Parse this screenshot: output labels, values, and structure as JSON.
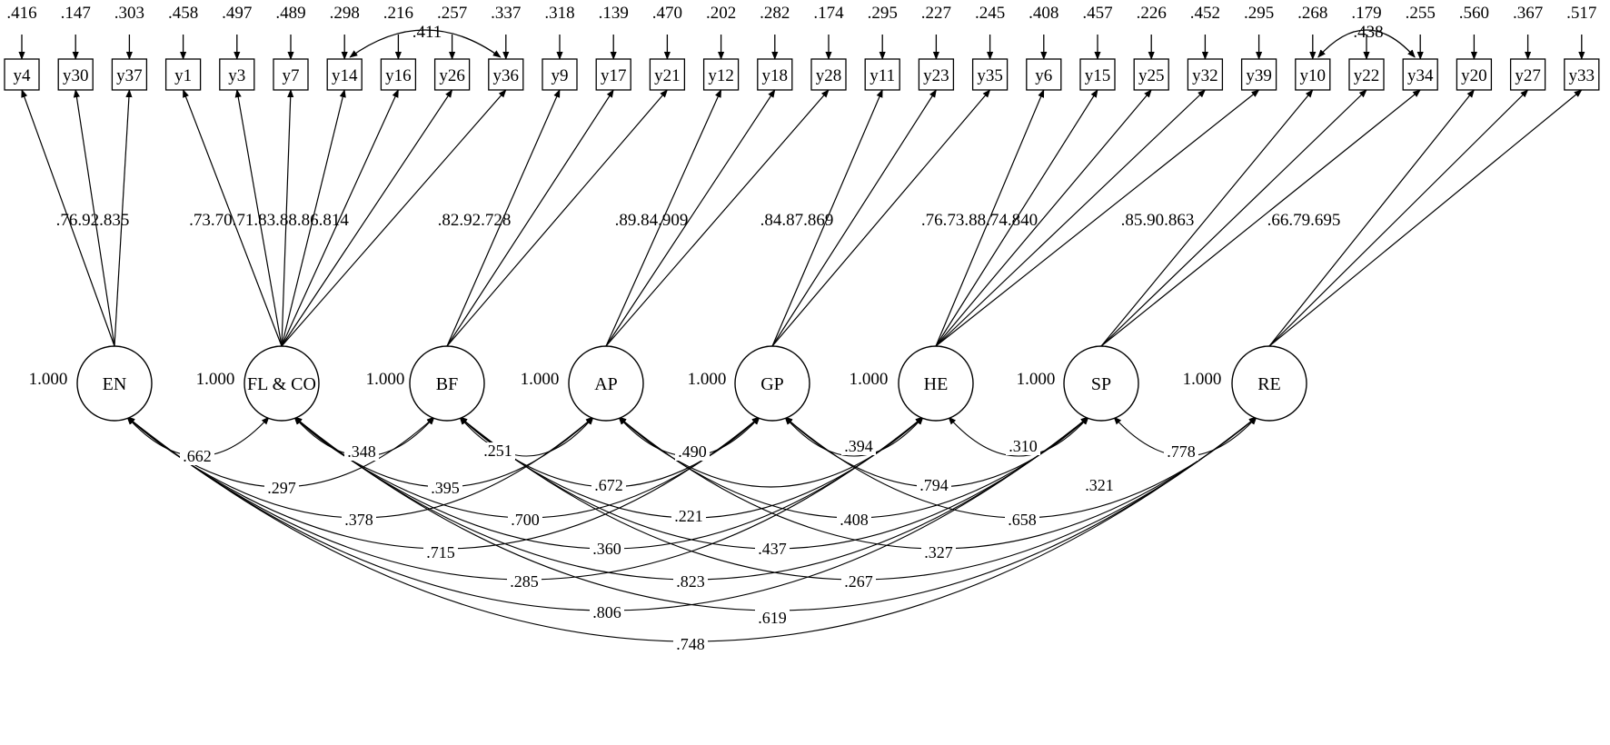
{
  "indicators": [
    {
      "name": "y4",
      "error": ".416"
    },
    {
      "name": "y30",
      "error": ".147"
    },
    {
      "name": "y37",
      "error": ".303"
    },
    {
      "name": "y1",
      "error": ".458"
    },
    {
      "name": "y3",
      "error": ".497"
    },
    {
      "name": "y7",
      "error": ".489"
    },
    {
      "name": "y14",
      "error": ".298"
    },
    {
      "name": "y16",
      "error": ".216"
    },
    {
      "name": "y26",
      "error": ".257"
    },
    {
      "name": "y36",
      "error": ".337"
    },
    {
      "name": "y9",
      "error": ".318"
    },
    {
      "name": "y17",
      "error": ".139"
    },
    {
      "name": "y21",
      "error": ".470"
    },
    {
      "name": "y12",
      "error": ".202"
    },
    {
      "name": "y18",
      "error": ".282"
    },
    {
      "name": "y28",
      "error": ".174"
    },
    {
      "name": "y11",
      "error": ".295"
    },
    {
      "name": "y23",
      "error": ".227"
    },
    {
      "name": "y35",
      "error": ".245"
    },
    {
      "name": "y6",
      "error": ".408"
    },
    {
      "name": "y15",
      "error": ".457"
    },
    {
      "name": "y25",
      "error": ".226"
    },
    {
      "name": "y32",
      "error": ".452"
    },
    {
      "name": "y39",
      "error": ".295"
    },
    {
      "name": "y10",
      "error": ".268"
    },
    {
      "name": "y22",
      "error": ".179"
    },
    {
      "name": "y34",
      "error": ".255"
    },
    {
      "name": "y20",
      "error": ".560"
    },
    {
      "name": "y27",
      "error": ".367"
    },
    {
      "name": "y33",
      "error": ".517"
    }
  ],
  "factors": [
    {
      "name": "EN",
      "variance": "1.000",
      "loadings": ".76.92.835",
      "indicators": [
        0,
        1,
        2
      ]
    },
    {
      "name": "FL & CO",
      "variance": "1.000",
      "loadings": ".73.70.71.83.88.86.814",
      "indicators": [
        3,
        4,
        5,
        6,
        7,
        8,
        9
      ]
    },
    {
      "name": "BF",
      "variance": "1.000",
      "loadings": ".82.92.728",
      "indicators": [
        10,
        11,
        12
      ]
    },
    {
      "name": "AP",
      "variance": "1.000",
      "loadings": ".89.84.909",
      "indicators": [
        13,
        14,
        15
      ]
    },
    {
      "name": "GP",
      "variance": "1.000",
      "loadings": ".84.87.869",
      "indicators": [
        16,
        17,
        18
      ]
    },
    {
      "name": "HE",
      "variance": "1.000",
      "loadings": ".76.73.88.74.840",
      "indicators": [
        19,
        20,
        21,
        22,
        23
      ]
    },
    {
      "name": "SP",
      "variance": "1.000",
      "loadings": ".85.90.863",
      "indicators": [
        24,
        25,
        26
      ]
    },
    {
      "name": "RE",
      "variance": "1.000",
      "loadings": ".66.79.695",
      "indicators": [
        27,
        28,
        29
      ]
    }
  ],
  "error_covariances": [
    {
      "from": 6,
      "to": 9,
      "value": ".411"
    },
    {
      "from": 24,
      "to": 26,
      "value": ".438"
    }
  ],
  "factor_correlations": [
    {
      "from": 0,
      "to": 1,
      "value": ".662"
    },
    {
      "from": 1,
      "to": 2,
      "value": ".348"
    },
    {
      "from": 2,
      "to": 3,
      "value": ".251"
    },
    {
      "from": 3,
      "to": 4,
      "value": ".490"
    },
    {
      "from": 4,
      "to": 5,
      "value": ".394"
    },
    {
      "from": 5,
      "to": 6,
      "value": ".310"
    },
    {
      "from": 6,
      "to": 7,
      "value": ".778"
    },
    {
      "from": 0,
      "to": 2,
      "value": ".297"
    },
    {
      "from": 1,
      "to": 3,
      "value": ".395"
    },
    {
      "from": 2,
      "to": 4,
      "value": ".672"
    },
    {
      "from": 3,
      "to": 5,
      "value": ".794"
    },
    {
      "from": 4,
      "to": 6,
      "value": ".321"
    },
    {
      "from": 0,
      "to": 3,
      "value": ".378"
    },
    {
      "from": 1,
      "to": 4,
      "value": ".700"
    },
    {
      "from": 2,
      "to": 5,
      "value": ".221"
    },
    {
      "from": 3,
      "to": 6,
      "value": ".408"
    },
    {
      "from": 4,
      "to": 7,
      "value": ".658"
    },
    {
      "from": 0,
      "to": 4,
      "value": ".715"
    },
    {
      "from": 1,
      "to": 5,
      "value": ".360"
    },
    {
      "from": 2,
      "to": 6,
      "value": ".437"
    },
    {
      "from": 3,
      "to": 7,
      "value": ".327"
    },
    {
      "from": 0,
      "to": 5,
      "value": ".285"
    },
    {
      "from": 1,
      "to": 6,
      "value": ".823"
    },
    {
      "from": 2,
      "to": 7,
      "value": ".267"
    },
    {
      "from": 0,
      "to": 6,
      "value": ".806"
    },
    {
      "from": 1,
      "to": 7,
      "value": ".619"
    },
    {
      "from": 0,
      "to": 7,
      "value": ".748"
    }
  ]
}
